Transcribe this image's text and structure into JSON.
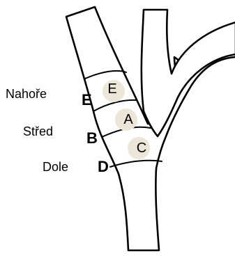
{
  "side_labels": [
    {
      "word": "Nahoře",
      "letter": "E"
    },
    {
      "word": "Střed",
      "letter": "B"
    },
    {
      "word": "Dole",
      "letter": "D"
    }
  ],
  "zones": [
    "E",
    "A",
    "C"
  ],
  "colors": {
    "outline": "#000000",
    "zone_fill": "#ece6d9",
    "background": "#ffffff"
  }
}
